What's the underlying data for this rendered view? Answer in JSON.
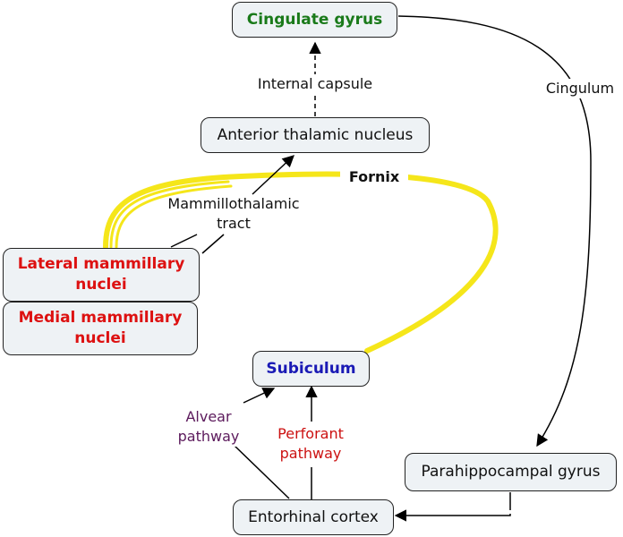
{
  "nodes": {
    "cingulate_gyrus": "Cingulate gyrus",
    "anterior_thalamic_nucleus": "Anterior thalamic nucleus",
    "lateral_mammillary_nuclei": "Lateral mammillary nuclei",
    "medial_mammillary_nuclei": "Medial mammillary nuclei",
    "subiculum": "Subiculum",
    "parahippocampal_gyrus": "Parahippocampal gyrus",
    "entorhinal_cortex": "Entorhinal cortex"
  },
  "edges": {
    "internal_capsule": "Internal capsule",
    "cingulum": "Cingulum",
    "fornix": "Fornix",
    "mammillothalamic_tract": "Mammillothalamic tract",
    "alvear_pathway": "Alvear pathway",
    "perforant_pathway": "Perforant pathway"
  },
  "colors": {
    "fornix_stroke": "#f5e61a",
    "cingulate_text": "#1a7a1a",
    "mammillary_text": "#dd1111",
    "subiculum_text": "#1a1ab5",
    "alvear_text": "#5c1a5c",
    "perforant_text": "#cc1111"
  }
}
